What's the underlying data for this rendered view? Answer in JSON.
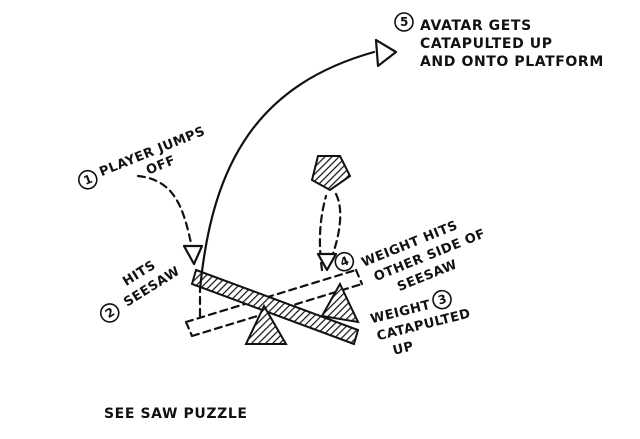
{
  "title": "SEE SAW PUZZLE",
  "steps": [
    {
      "number": "1",
      "lines": [
        "PLAYER JUMPS",
        "OFF"
      ]
    },
    {
      "number": "2",
      "lines": [
        "HITS",
        "SEESAW"
      ]
    },
    {
      "number": "3",
      "lines": [
        "WEIGHT",
        "CATAPULTED",
        "UP"
      ]
    },
    {
      "number": "4",
      "lines": [
        "WEIGHT HITS",
        "OTHER SIDE OF",
        "SEESAW"
      ]
    },
    {
      "number": "5",
      "lines": [
        "AVATAR GETS",
        "CATAPULTED UP",
        "AND ONTO PLATFORM"
      ]
    }
  ]
}
